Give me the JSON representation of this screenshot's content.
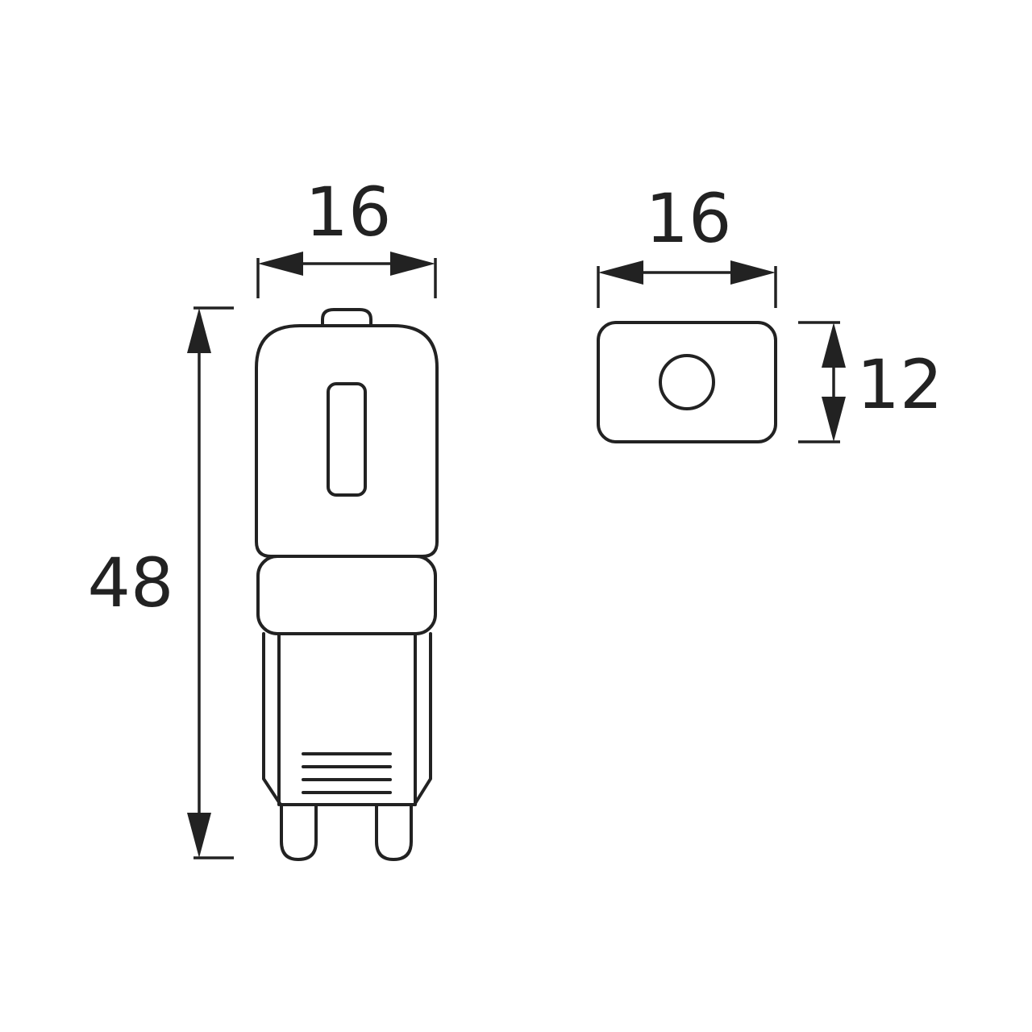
{
  "dimensions": {
    "side_width": "16",
    "side_height": "48",
    "top_width": "16",
    "top_depth": "12"
  },
  "colors": {
    "line": "#222222",
    "background": "#ffffff"
  }
}
